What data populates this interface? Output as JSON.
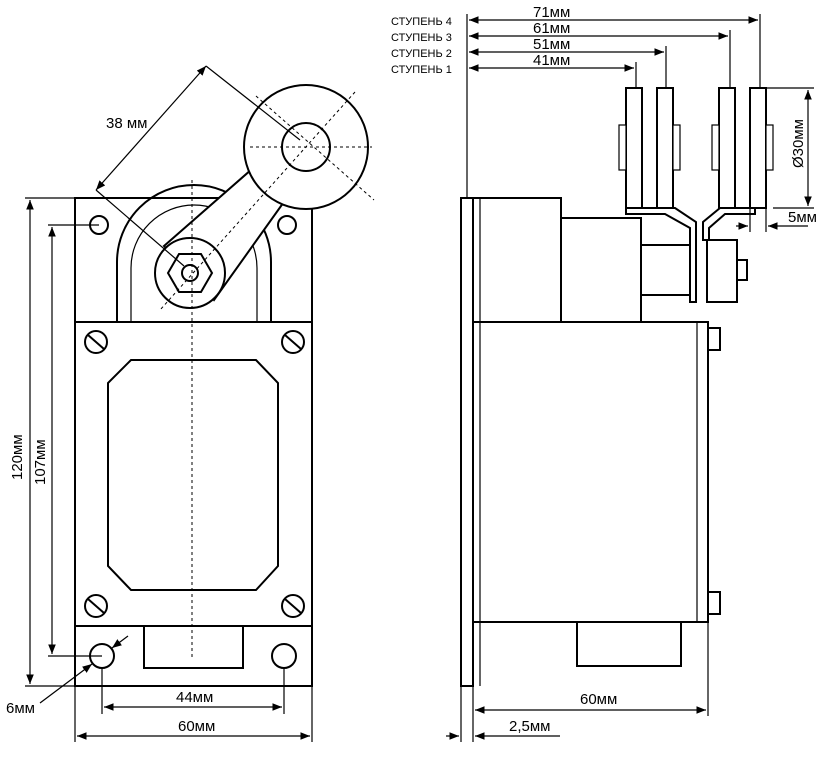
{
  "front_view": {
    "dim_lever": "38 мм",
    "dim_height_total": "120мм",
    "dim_height_holes": "107мм",
    "dim_hole": "6мм",
    "dim_hole_spacing": "44мм",
    "dim_width": "60мм"
  },
  "side_view": {
    "stages": [
      {
        "label": "СТУПЕНЬ 4",
        "dim": "71мм"
      },
      {
        "label": "СТУПЕНЬ 3",
        "dim": "61мм"
      },
      {
        "label": "СТУПЕНЬ 2",
        "dim": "51мм"
      },
      {
        "label": "СТУПЕНЬ 1",
        "dim": "41мм"
      }
    ],
    "dim_roller_diameter": "Ø30мм",
    "dim_roller_gap": "5мм",
    "dim_depth": "60мм",
    "dim_flange": "2,5мм"
  }
}
